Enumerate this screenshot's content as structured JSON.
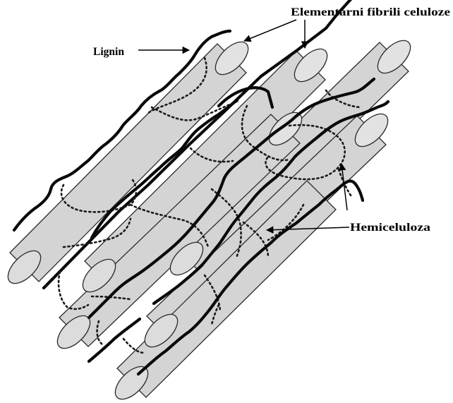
{
  "labels": {
    "fibrils": "Elementarni fibrili celuloze",
    "lignin": "Lignin",
    "hemicellulose": "Hemiceluloza"
  }
}
